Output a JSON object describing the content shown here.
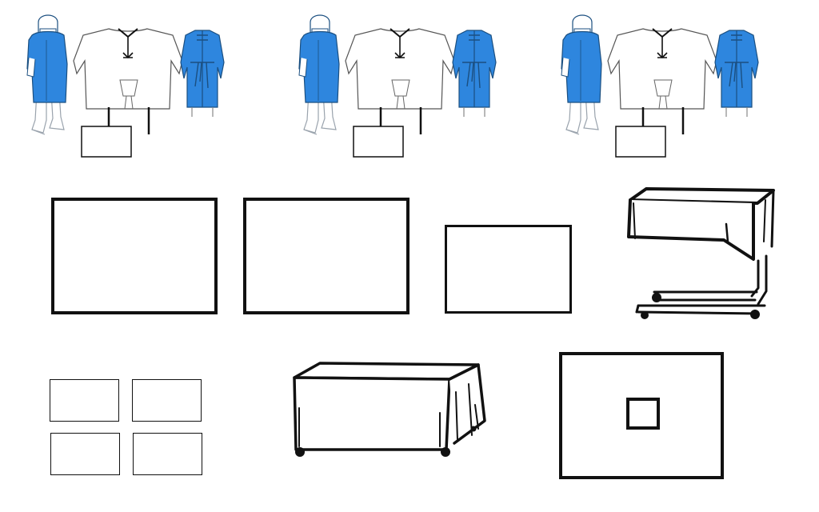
{
  "colors": {
    "gown_blue": "#2e86de",
    "gown_outline": "#1b4f80",
    "line": "#111111",
    "sketch_gray": "#9aa3ad",
    "background": "#ffffff"
  },
  "gown_sets": [
    {
      "figure": "gowned-person-icon",
      "open_gown": "open-gown-front-icon",
      "tied_gown": "tied-gown-back-icon"
    },
    {
      "figure": "gowned-person-icon",
      "open_gown": "open-gown-front-icon",
      "tied_gown": "tied-gown-back-icon"
    },
    {
      "figure": "gowned-person-icon",
      "open_gown": "open-gown-front-icon",
      "tied_gown": "tied-gown-back-icon"
    }
  ],
  "drapes": [
    {
      "kind": "large-drape"
    },
    {
      "kind": "large-drape"
    },
    {
      "kind": "medium-drape"
    }
  ],
  "towels": [
    {
      "kind": "towel"
    },
    {
      "kind": "towel"
    },
    {
      "kind": "towel"
    },
    {
      "kind": "towel"
    }
  ],
  "equipment": {
    "mayo_stand": "mayo-stand-cover-icon",
    "back_table": "back-table-cover-icon",
    "fenestrated": "fenestrated-drape-icon"
  }
}
